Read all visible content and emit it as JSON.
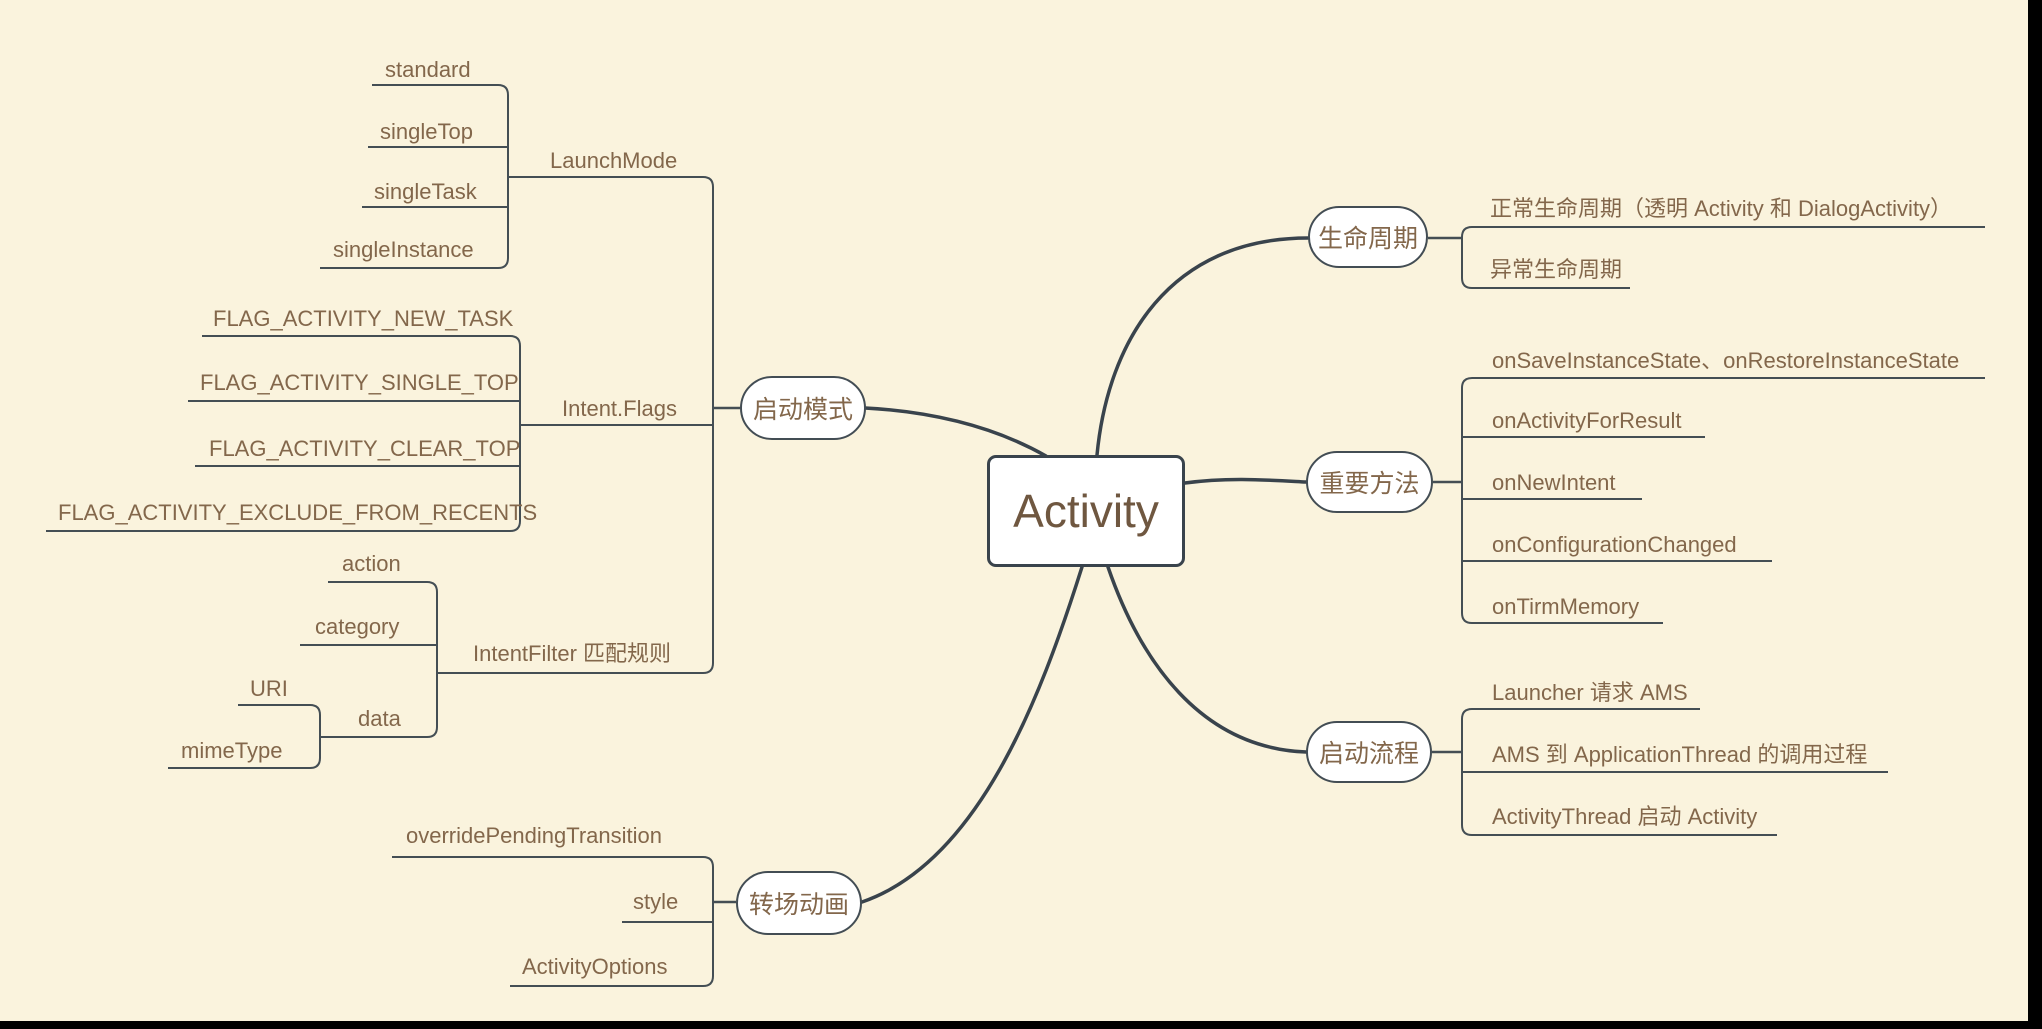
{
  "title": "Activity mind map",
  "colors": {
    "background": "#faf3dd",
    "line": "#444e54",
    "curve": "#39434c",
    "text_brown": "#83674b",
    "node_fill": "#ffffff"
  },
  "central": {
    "label": "Activity"
  },
  "left": {
    "launch": {
      "label": "启动模式",
      "launch_mode": {
        "label": "LaunchMode",
        "children": [
          "standard",
          "singleTop",
          "singleTask",
          "singleInstance"
        ]
      },
      "intent_flags": {
        "label": "Intent.Flags",
        "children": [
          "FLAG_ACTIVITY_NEW_TASK",
          "FLAG_ACTIVITY_SINGLE_TOP",
          "FLAG_ACTIVITY_CLEAR_TOP",
          "FLAG_ACTIVITY_EXCLUDE_FROM_RECENTS"
        ]
      },
      "intent_filter": {
        "label": "IntentFilter 匹配规则",
        "children": [
          "action",
          "category"
        ],
        "data": {
          "label": "data",
          "children": [
            "URI",
            "mimeType"
          ]
        }
      }
    },
    "transition": {
      "label": "转场动画",
      "children": [
        "overridePendingTransition",
        "style",
        "ActivityOptions"
      ]
    }
  },
  "right": {
    "lifecycle": {
      "label": "生命周期",
      "children": [
        "正常生命周期（透明 Activity 和 DialogActivity）",
        "异常生命周期"
      ]
    },
    "methods": {
      "label": "重要方法",
      "children": [
        "onSaveInstanceState、onRestoreInstanceState",
        "onActivityForResult",
        "onNewIntent",
        "onConfigurationChanged",
        "onTirmMemory"
      ]
    },
    "flow": {
      "label": "启动流程",
      "children": [
        "Launcher 请求 AMS",
        "AMS 到 ApplicationThread 的调用过程",
        "ActivityThread 启动 Activity"
      ]
    }
  }
}
